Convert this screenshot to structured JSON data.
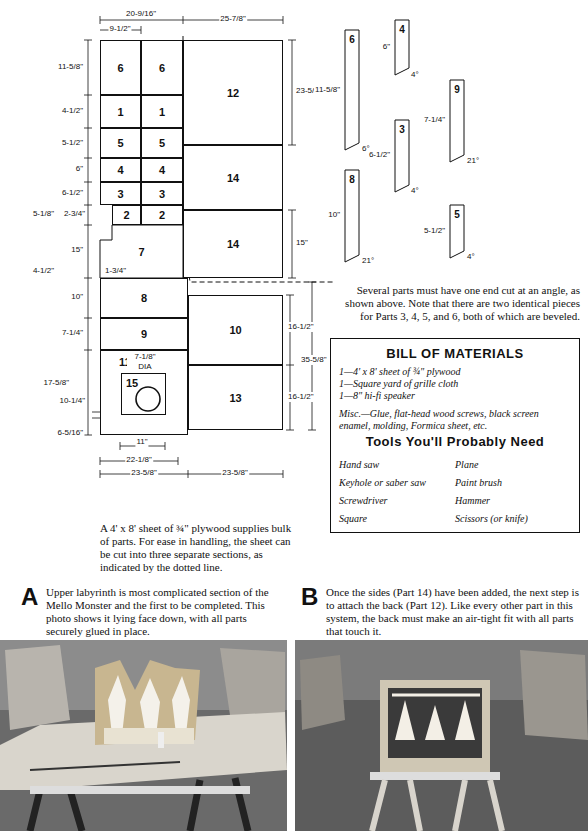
{
  "diagram": {
    "nodes": [
      {
        "text": [
          "6"
        ]
      },
      {
        "text": [
          "6"
        ]
      },
      {
        "text": [
          "1"
        ]
      },
      {
        "text": [
          "1"
        ]
      },
      {
        "text": [
          "5"
        ]
      },
      {
        "text": [
          "5"
        ]
      },
      {
        "text": [
          "4"
        ]
      },
      {
        "text": [
          "4"
        ]
      },
      {
        "text": [
          "3"
        ]
      },
      {
        "text": [
          "3"
        ]
      },
      {
        "text": [
          "2"
        ]
      },
      {
        "text": [
          "2"
        ]
      },
      {
        "text": [
          "7"
        ]
      },
      {
        "text": [
          "8"
        ]
      },
      {
        "text": [
          "9"
        ]
      },
      {
        "text": [
          "11"
        ]
      },
      {
        "text": [
          "15"
        ],
        "in": 15
      },
      {
        "text": [
          "12"
        ]
      },
      {
        "text": [
          "14"
        ]
      },
      {
        "text": [
          "14"
        ]
      },
      {
        "text": [
          "10"
        ]
      },
      {
        "text": [
          "13"
        ]
      },
      {
        "text": [
          "6"
        ]
      },
      {
        "text": [
          "4"
        ]
      },
      {
        "text": [
          "3"
        ]
      },
      {
        "text": [
          "9"
        ]
      },
      {
        "text": [
          "8"
        ]
      },
      {
        "text": [
          "5"
        ]
      },
      {
        "text": [
          "BILL OF MATERIALS",
          "1—4' x 8' sheet of ¾\" plywood",
          "1—Square yard of grille cloth",
          "1—8\" hi-fi speaker",
          "Misc.—Glue, flat-head wood screws, black screen enamel, molding, Formica sheet, etc.",
          "Tools You'll Probably Need",
          "Hand saw",
          "Plane",
          "Keyhole or saber saw",
          "Paint brush",
          "Screwdriver",
          "Hammer",
          "Square",
          "Scissors (or knife)"
        ]
      }
    ],
    "labels": [
      "20-9/16\"",
      "9-1/2\"",
      "25-7/8\"",
      "11-5/8\"",
      "4-1/2\"",
      "5-1/2\"",
      "6\"",
      "6-1/2\"",
      "5-1/8\"",
      "2-3/4\"",
      "15\"",
      "4-1/2\"",
      "1-3/4\"",
      "10\"",
      "7-1/4\"",
      "17-5/8\"",
      "10-1/4\"",
      "6-5/16\"",
      "7-1/8\" DIA",
      "11\"",
      "22-1/8\"",
      "23-5/8\"",
      "23-5/8\"",
      "23-5/8\"",
      "15\"",
      "16-1/2\"",
      "35-5/8\"",
      "16-1/2\"",
      "11-5/8\"",
      "6°",
      "6\"",
      "4°",
      "6-1/2\"",
      "4°",
      "7-1/4\"",
      "21°",
      "10\"",
      "21°",
      "5-1/2\"",
      "4°",
      "Several parts must have one end cut at an angle, as shown above. Note that there are two identical pieces for Parts 3, 4, 5, and 6, both of which are beveled.",
      "A 4' x 8' sheet of ¾\" plywood supplies bulk of parts. For ease in handling, the sheet can be cut into three separate sections, as indicated by the dotted line.",
      "A",
      "Upper labyrinth is most complicated section of the Mello Monster and the first to be completed. This photo shows it lying face down, with all parts securely glued in place.",
      "B",
      "Once the sides (Part 14) have been added, the next step is to attach the back (Part 12). Like every other part in this system, the back must make an air-tight fit with all parts that touch it."
    ]
  }
}
